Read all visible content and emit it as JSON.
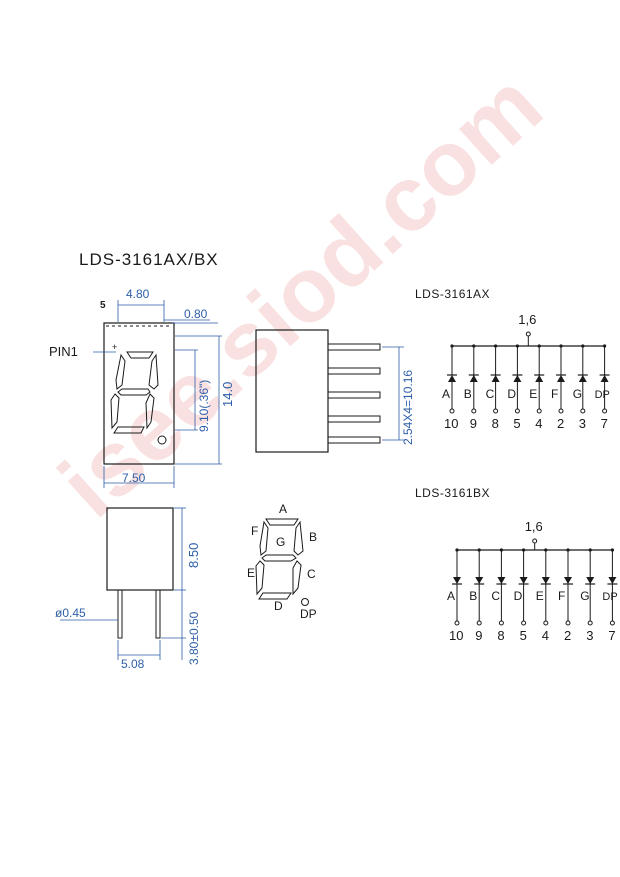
{
  "title": "LDS-3161AX/BX",
  "watermark": "isee.siod.com",
  "front_view": {
    "dims": {
      "top_width": "4.80",
      "pin_offset": "5",
      "side_gap": "0.80",
      "char_height": "9.10(.36\")",
      "body_height": "14.0",
      "body_width": "7.50",
      "pin1": "PIN1"
    }
  },
  "side_view": {
    "dims": {
      "pin_pitch": "2.54X4=10.16"
    }
  },
  "bottom_view": {
    "dims": {
      "body_height": "8.50",
      "pin_diameter": "ø0.45",
      "pin_length": "3.80±0.50",
      "pin_spacing": "5.08"
    }
  },
  "segment_diagram": {
    "labels": {
      "A": "A",
      "B": "B",
      "C": "C",
      "D": "D",
      "E": "E",
      "F": "F",
      "G": "G",
      "DP": "DP"
    }
  },
  "schematics": [
    {
      "name": "LDS-3161AX",
      "common_pin": "1,6",
      "segments": [
        "A",
        "B",
        "C",
        "D",
        "E",
        "F",
        "G",
        "DP"
      ],
      "pins": [
        "10",
        "9",
        "8",
        "5",
        "4",
        "2",
        "3",
        "7"
      ]
    },
    {
      "name": "LDS-3161BX",
      "common_pin": "1,6",
      "segments": [
        "A",
        "B",
        "C",
        "D",
        "E",
        "F",
        "G",
        "DP"
      ],
      "pins": [
        "10",
        "9",
        "8",
        "5",
        "4",
        "2",
        "3",
        "7"
      ]
    }
  ]
}
